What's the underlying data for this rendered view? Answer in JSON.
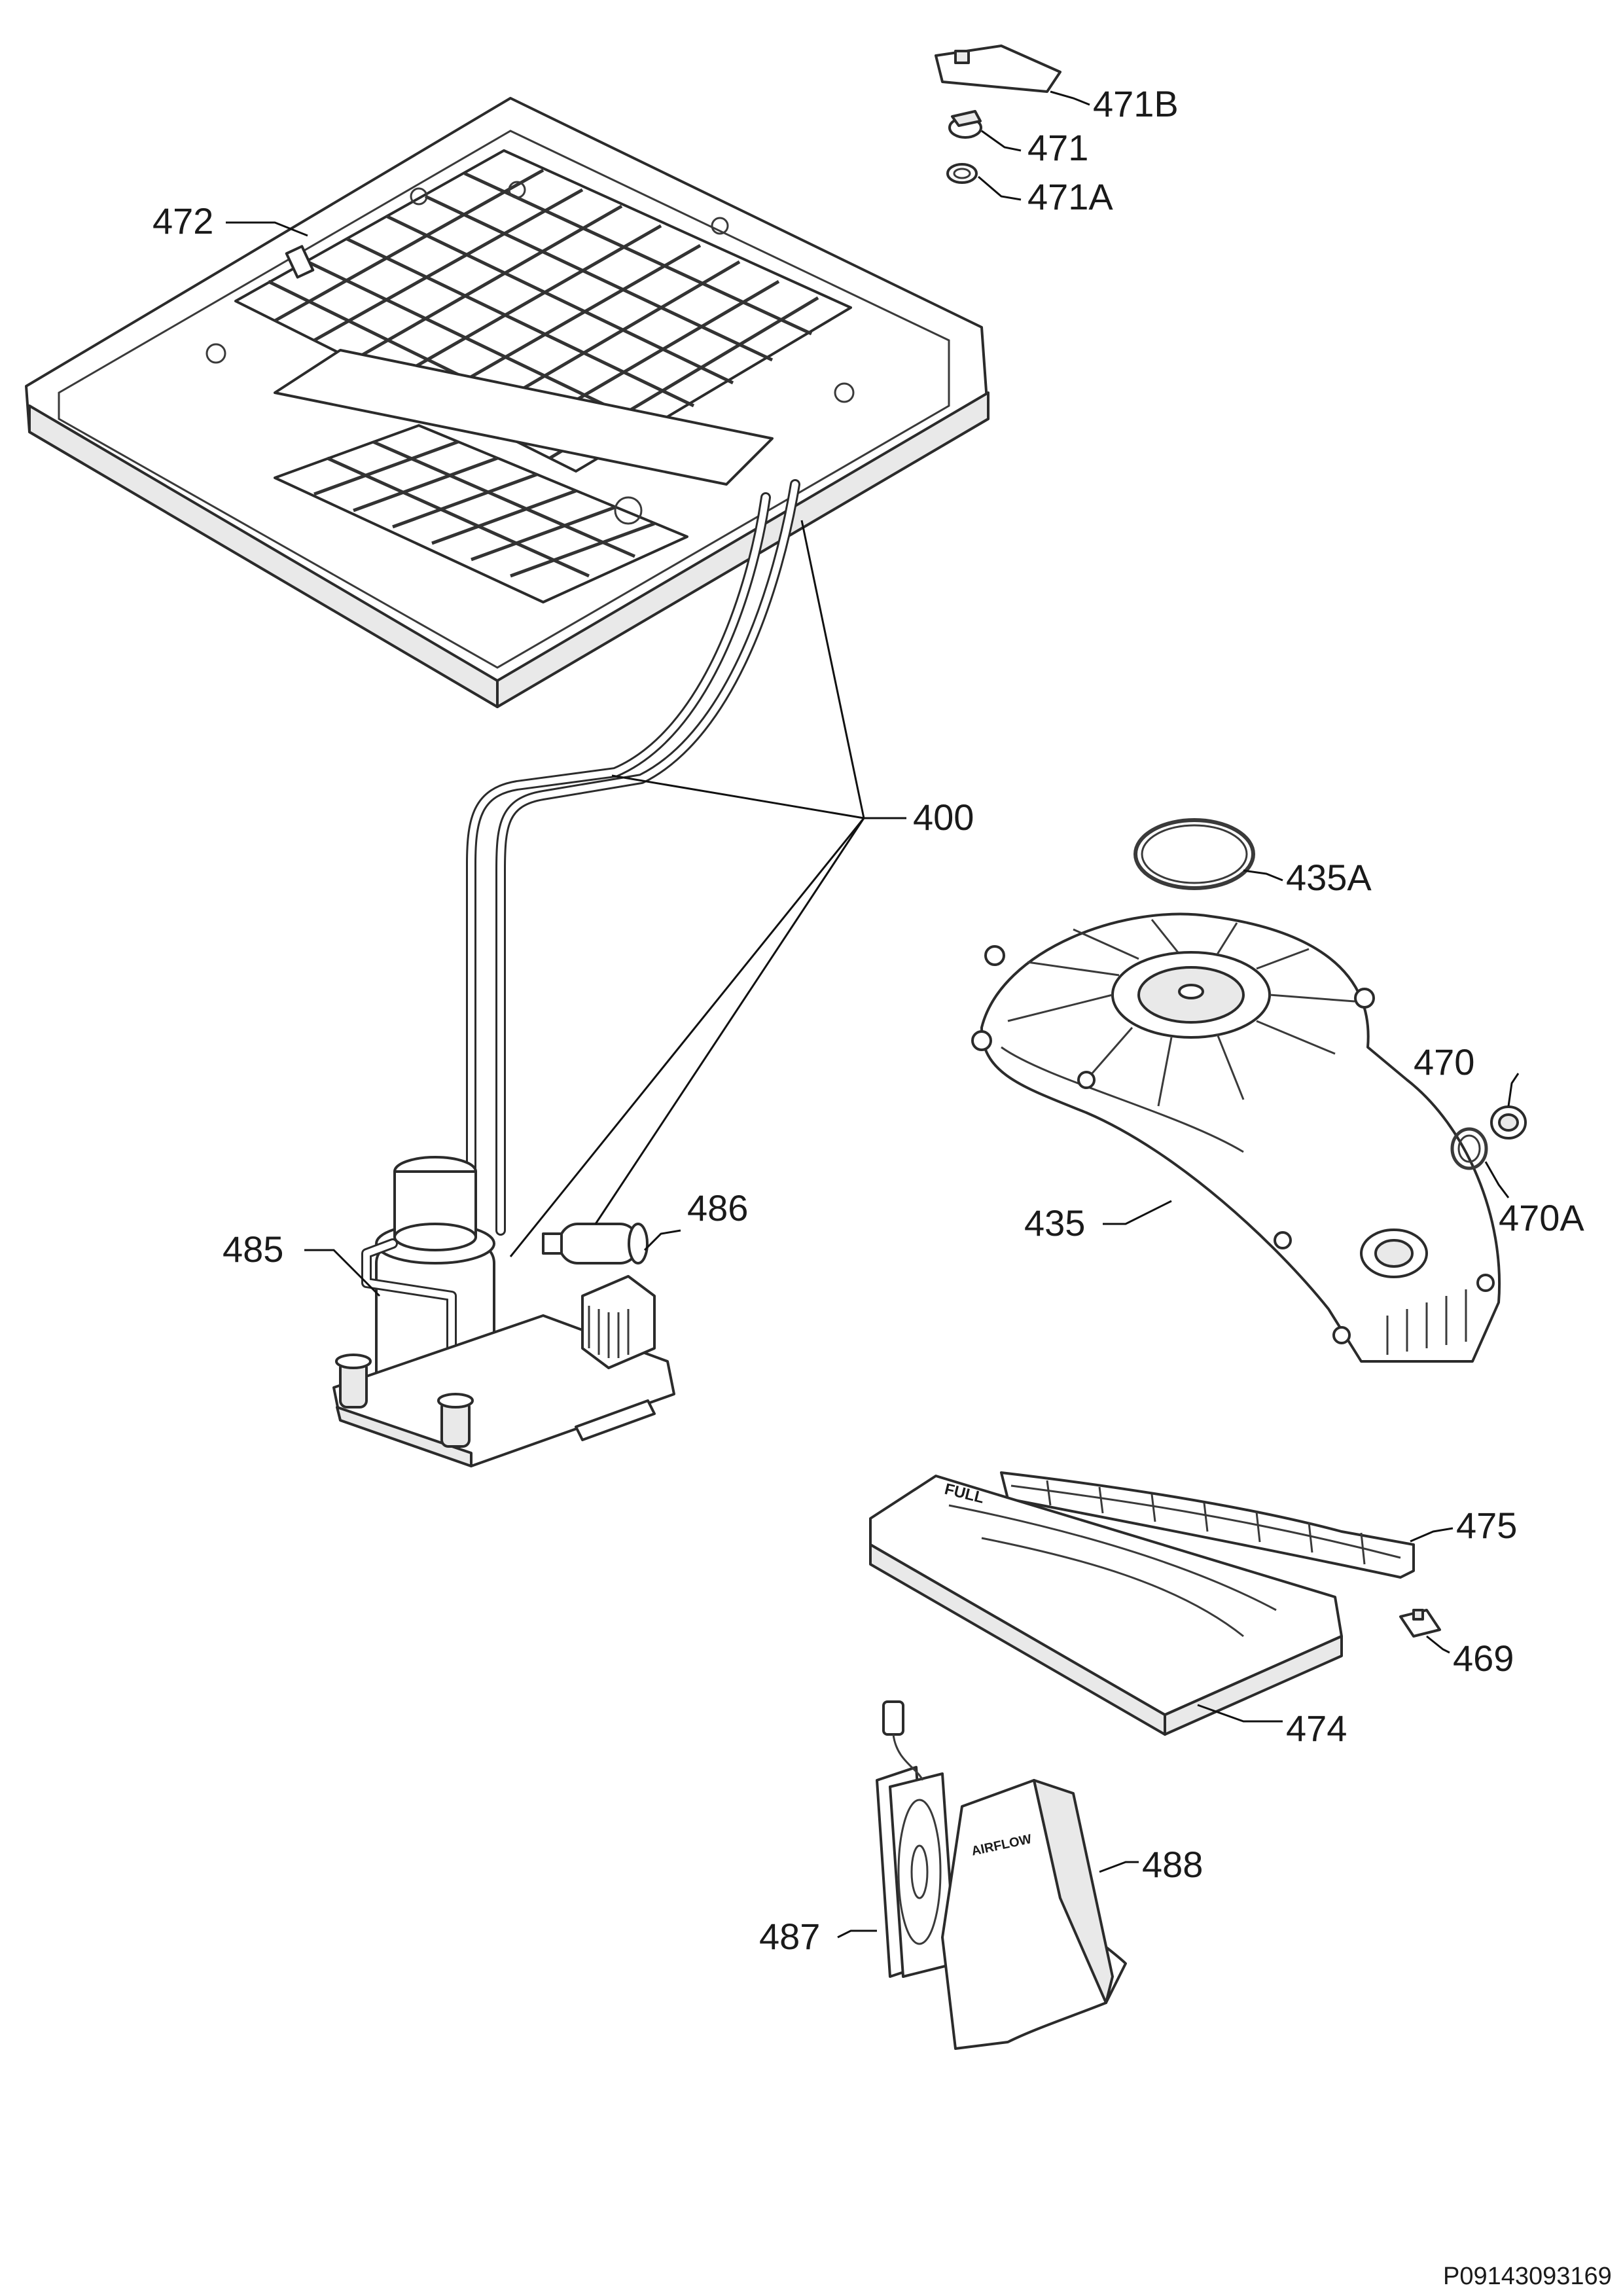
{
  "labels": {
    "l471B": "471B",
    "l471": "471",
    "l471A": "471A",
    "l472": "472",
    "l400": "400",
    "l435A": "435A",
    "l470": "470",
    "l470A": "470A",
    "l435": "435",
    "l486": "486",
    "l485": "485",
    "l475": "475",
    "l469": "469",
    "l474": "474",
    "l488": "488",
    "l487": "487"
  },
  "component_text": {
    "filter_full": "FULL",
    "duct_airflow": "AIRFLOW"
  },
  "document_id": "P09143093169"
}
